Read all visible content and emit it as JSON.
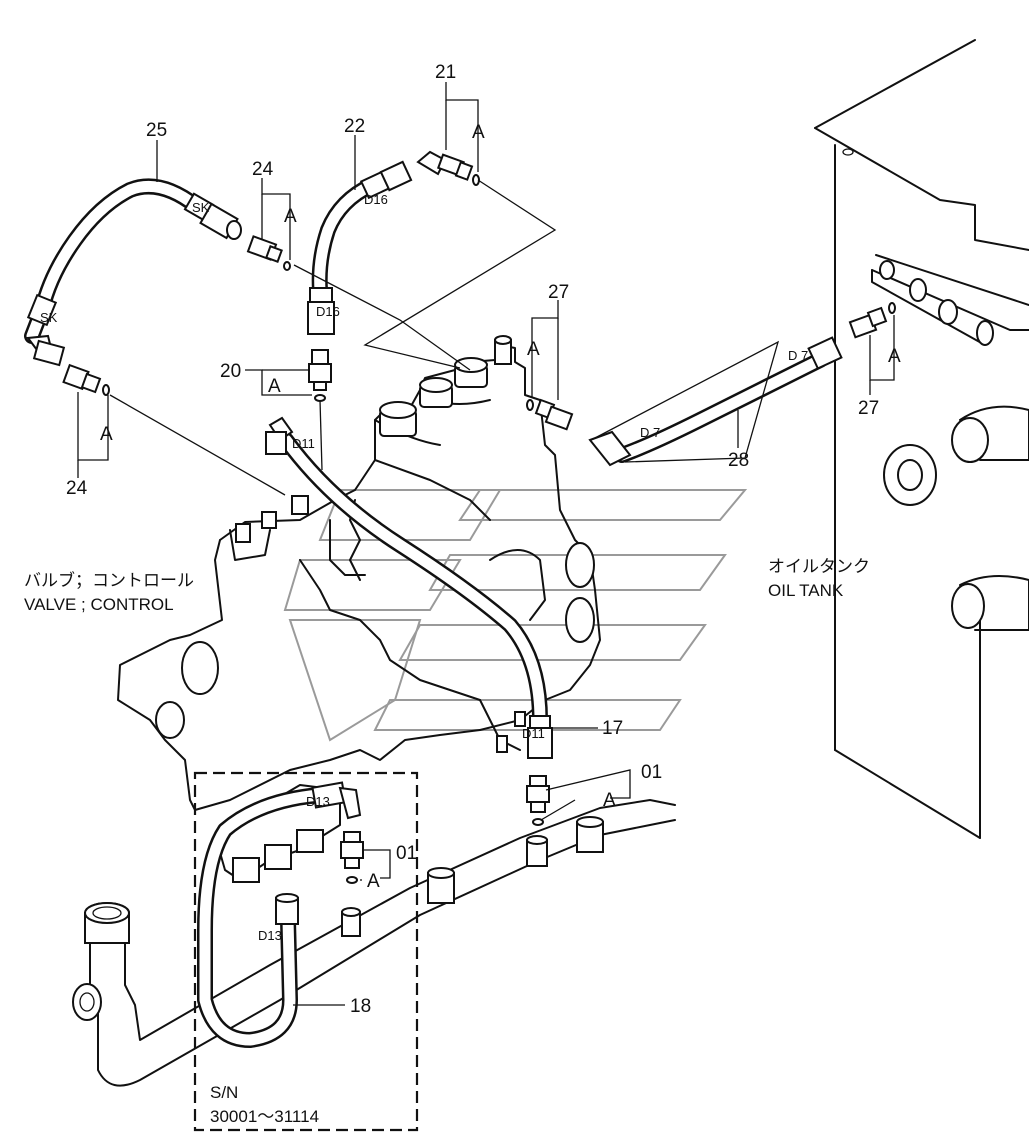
{
  "labels": {
    "valve_jp": "バルブ；コントロール",
    "valve_en": "VALVE ; CONTROL",
    "tank_jp": "オイルタンク",
    "tank_en": "OIL TANK",
    "sn_label": "S/N",
    "sn_range": "30001～31114"
  },
  "callouts": {
    "p25": "25",
    "p24_top": "24",
    "p22": "22",
    "p21": "21",
    "p27_top": "27",
    "p20": "20",
    "p24_bottom": "24",
    "p27_bottom": "27",
    "p28": "28",
    "p17": "17",
    "p01_right": "01",
    "p01_left": "01",
    "p18": "18"
  },
  "marks": {
    "a_24_top": "A",
    "a_21": "A",
    "a_27_top": "A",
    "a_20": "A",
    "a_24_bottom": "A",
    "a_27_bottom": "A",
    "a_01_right": "A",
    "a_01_left": "A",
    "sk_top": "SK",
    "sk_left": "SK",
    "d16_top": "D16",
    "d16_bottom": "D16",
    "d11_top": "D11",
    "d11_bottom": "D11",
    "d7_top": "D 7",
    "d7_mid": "D 7",
    "d13_top": "D13",
    "d13_bottom": "D13"
  }
}
